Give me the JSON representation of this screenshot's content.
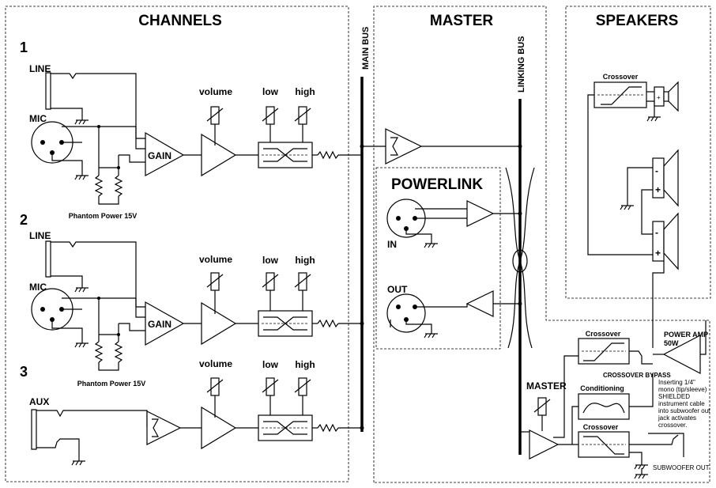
{
  "sections": {
    "channels": "CHANNELS",
    "master": "MASTER",
    "speakers": "SPEAKERS",
    "powerlink": "POWERLINK"
  },
  "buses": {
    "main_bus": "MAIN BUS",
    "linking_bus": "LINKING BUS"
  },
  "channels": [
    {
      "number": "1",
      "line_label": "LINE",
      "mic_label": "MIC",
      "gain_label": "GAIN",
      "volume_label": "volume",
      "low_label": "low",
      "high_label": "high",
      "phantom_label": "Phantom Power 15V"
    },
    {
      "number": "2",
      "line_label": "LINE",
      "mic_label": "MIC",
      "gain_label": "GAIN",
      "volume_label": "volume",
      "low_label": "low",
      "high_label": "high",
      "phantom_label": "Phantom Power 15V"
    },
    {
      "number": "3",
      "aux_label": "AUX",
      "volume_label": "volume",
      "low_label": "low",
      "high_label": "high"
    }
  ],
  "powerlink": {
    "in_label": "IN",
    "out_label": "OUT"
  },
  "speakers": {
    "crossover_label": "Crossover",
    "plus": "+",
    "minus": "-"
  },
  "master": {
    "master_label": "MASTER",
    "crossover_top": "Crossover",
    "crossover_bypass": "CROSSOVER BYPASS",
    "conditioning": "Conditioning",
    "crossover_bottom": "Crossover",
    "power_amp_line1": "POWER AMP",
    "power_amp_line2": "50W",
    "note_lines": [
      "Inserting 1/4\"",
      "mono (tip/sleeve)",
      "SHIELDED",
      "instrument cable",
      "into subwoofer out",
      "jack activates",
      "crossover."
    ],
    "subwoofer_out": "SUBWOOFER OUT"
  }
}
